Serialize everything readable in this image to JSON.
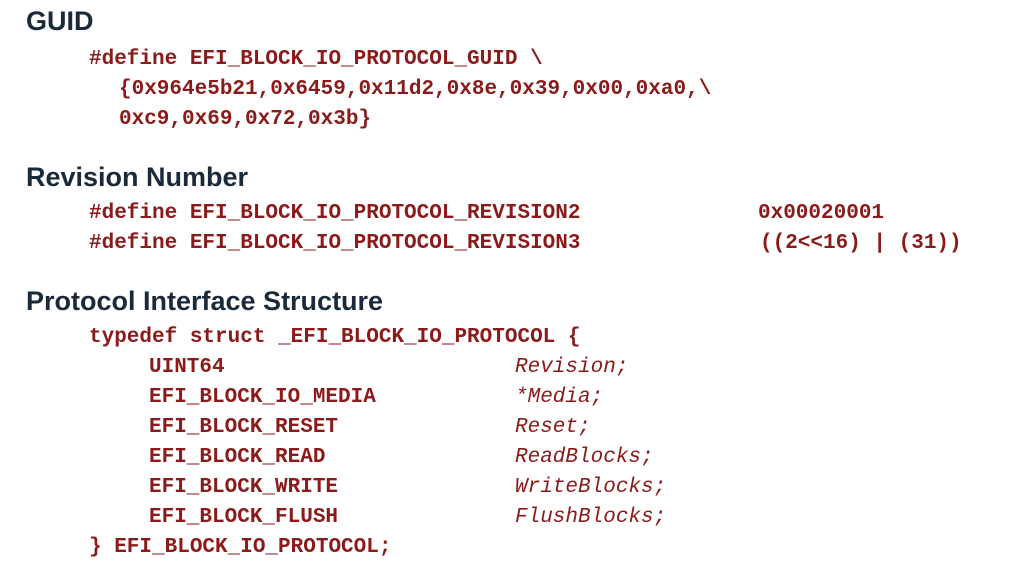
{
  "guid_section": {
    "heading": "GUID",
    "lines": [
      "#define EFI_BLOCK_IO_PROTOCOL_GUID \\",
      "{0x964e5b21,0x6459,0x11d2,0x8e,0x39,0x00,0xa0,\\",
      "0xc9,0x69,0x72,0x3b}"
    ]
  },
  "revision_section": {
    "heading": "Revision Number",
    "defines": [
      {
        "name": "#define EFI_BLOCK_IO_PROTOCOL_REVISION2",
        "value": "0x00020001"
      },
      {
        "name": "#define EFI_BLOCK_IO_PROTOCOL_REVISION3",
        "value": "((2<<16) | (31))"
      }
    ]
  },
  "interface_section": {
    "heading": "Protocol Interface Structure",
    "open_line": "typedef struct _EFI_BLOCK_IO_PROTOCOL {",
    "fields": [
      {
        "type": "UINT64",
        "name": "Revision;"
      },
      {
        "type": "EFI_BLOCK_IO_MEDIA",
        "name": "*Media;"
      },
      {
        "type": "EFI_BLOCK_RESET",
        "name": "Reset;"
      },
      {
        "type": "EFI_BLOCK_READ",
        "name": "ReadBlocks;"
      },
      {
        "type": "EFI_BLOCK_WRITE",
        "name": "WriteBlocks;"
      },
      {
        "type": "EFI_BLOCK_FLUSH",
        "name": "FlushBlocks;"
      }
    ],
    "close_line": "} EFI_BLOCK_IO_PROTOCOL;"
  }
}
